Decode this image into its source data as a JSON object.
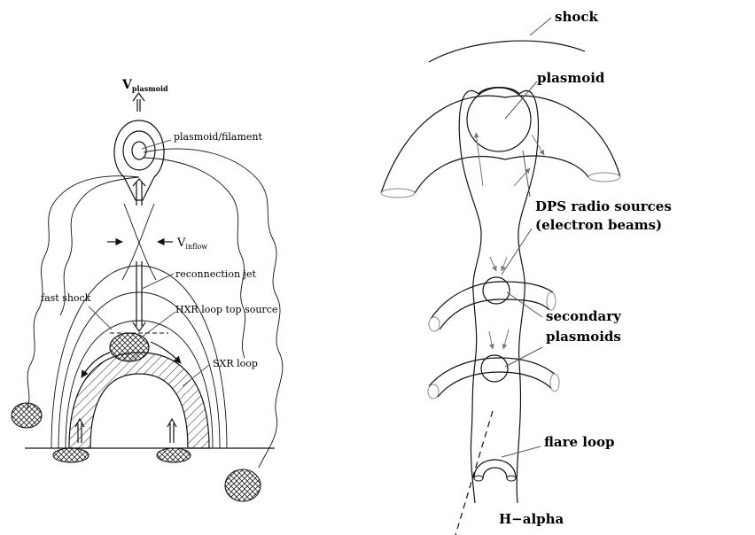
{
  "left_panel": {
    "v_plasmoid": {
      "v": "V",
      "sub": "plasmoid"
    },
    "plasmoid_filament": "plasmoid/filament",
    "v_inflow": {
      "v": "V",
      "sub": "inflow"
    },
    "reconnection_jet": "reconnection jet",
    "fast_shock": "fast shock",
    "hxr_loop_top": "HXR loop top source",
    "sxr_loop": "SXR loop"
  },
  "right_panel": {
    "shock": "shock",
    "plasmoid": "plasmoid",
    "dps_line1": "DPS radio sources",
    "dps_line2": "(electron beams)",
    "secondary_line1": "secondary",
    "secondary_line2": "plasmoids",
    "flare_loop": "flare loop",
    "h_alpha": "H−alpha"
  }
}
